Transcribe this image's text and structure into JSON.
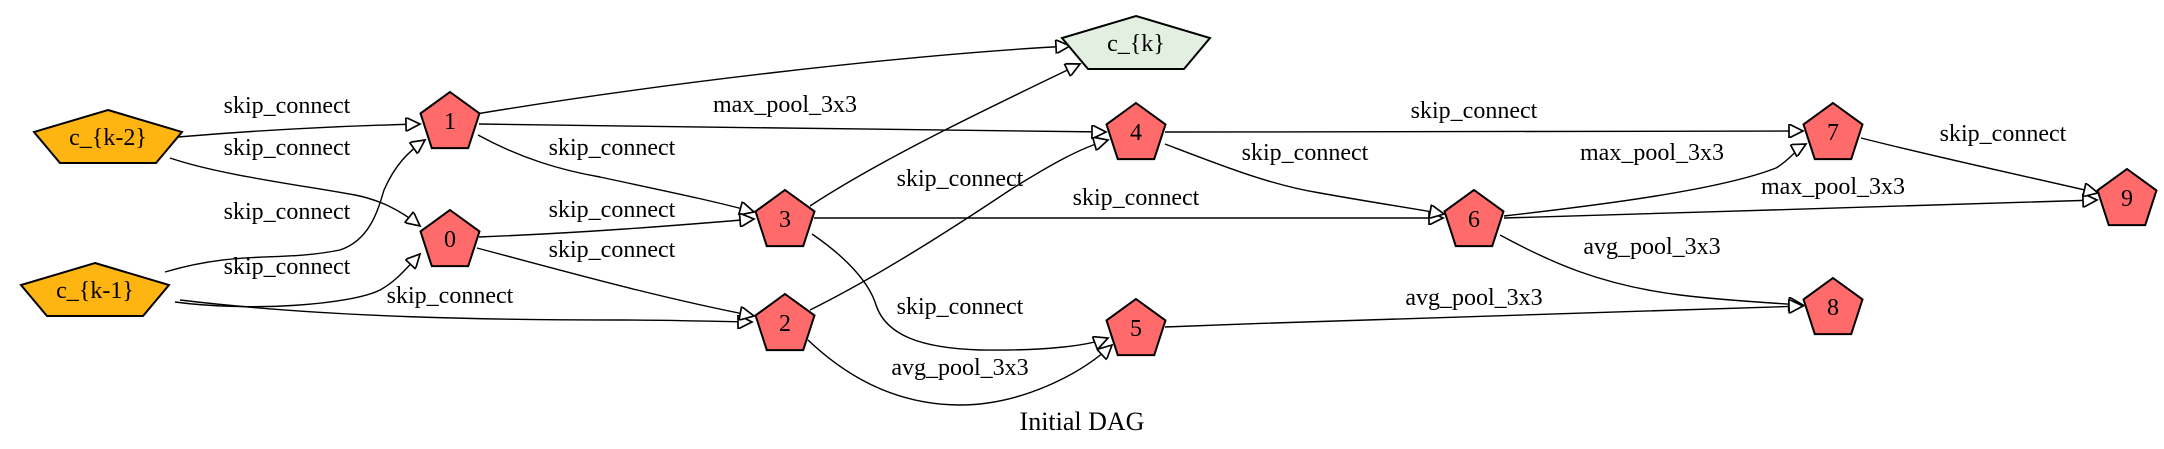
{
  "title": "Initial DAG",
  "colors": {
    "input_fill": "#FFB511",
    "op_fill": "#FF6B6B",
    "output_fill": "#E2EFE1",
    "stroke": "#000000",
    "edge": "#000000"
  },
  "nodes": [
    {
      "id": "ck2",
      "label": "c_{k-2}",
      "kind": "input"
    },
    {
      "id": "ck1",
      "label": "c_{k-1}",
      "kind": "input"
    },
    {
      "id": "n0",
      "label": "0",
      "kind": "op"
    },
    {
      "id": "n1",
      "label": "1",
      "kind": "op"
    },
    {
      "id": "n2",
      "label": "2",
      "kind": "op"
    },
    {
      "id": "n3",
      "label": "3",
      "kind": "op"
    },
    {
      "id": "n4",
      "label": "4",
      "kind": "op"
    },
    {
      "id": "n5",
      "label": "5",
      "kind": "op"
    },
    {
      "id": "n6",
      "label": "6",
      "kind": "op"
    },
    {
      "id": "n7",
      "label": "7",
      "kind": "op"
    },
    {
      "id": "n8",
      "label": "8",
      "kind": "op"
    },
    {
      "id": "n9",
      "label": "9",
      "kind": "op"
    },
    {
      "id": "ck",
      "label": "c_{k}",
      "kind": "output"
    }
  ],
  "edges": [
    {
      "from": "ck2",
      "to": "n1",
      "label": "skip_connect"
    },
    {
      "from": "ck2",
      "to": "n0",
      "label": "skip_connect"
    },
    {
      "from": "ck1",
      "to": "n1",
      "label": "skip_connect"
    },
    {
      "from": "ck1",
      "to": "n0",
      "label": "skip_connect"
    },
    {
      "from": "ck1",
      "to": "n2",
      "label": "skip_connect"
    },
    {
      "from": "n1",
      "to": "ck",
      "label": ""
    },
    {
      "from": "n1",
      "to": "n4",
      "label": "max_pool_3x3"
    },
    {
      "from": "n1",
      "to": "n3",
      "label": "skip_connect"
    },
    {
      "from": "n0",
      "to": "n3",
      "label": "skip_connect"
    },
    {
      "from": "n0",
      "to": "n2",
      "label": "skip_connect"
    },
    {
      "from": "n3",
      "to": "ck",
      "label": ""
    },
    {
      "from": "n3",
      "to": "n6",
      "label": "skip_connect"
    },
    {
      "from": "n3",
      "to": "n5",
      "label": "skip_connect"
    },
    {
      "from": "n2",
      "to": "n4",
      "label": "skip_connect"
    },
    {
      "from": "n2",
      "to": "n5",
      "label": "avg_pool_3x3"
    },
    {
      "from": "n4",
      "to": "n7",
      "label": "skip_connect"
    },
    {
      "from": "n4",
      "to": "n6",
      "label": "skip_connect"
    },
    {
      "from": "n6",
      "to": "n7",
      "label": "max_pool_3x3"
    },
    {
      "from": "n6",
      "to": "n9",
      "label": "max_pool_3x3"
    },
    {
      "from": "n6",
      "to": "n8",
      "label": "avg_pool_3x3"
    },
    {
      "from": "n5",
      "to": "n8",
      "label": "avg_pool_3x3"
    },
    {
      "from": "n7",
      "to": "n9",
      "label": "skip_connect"
    }
  ]
}
